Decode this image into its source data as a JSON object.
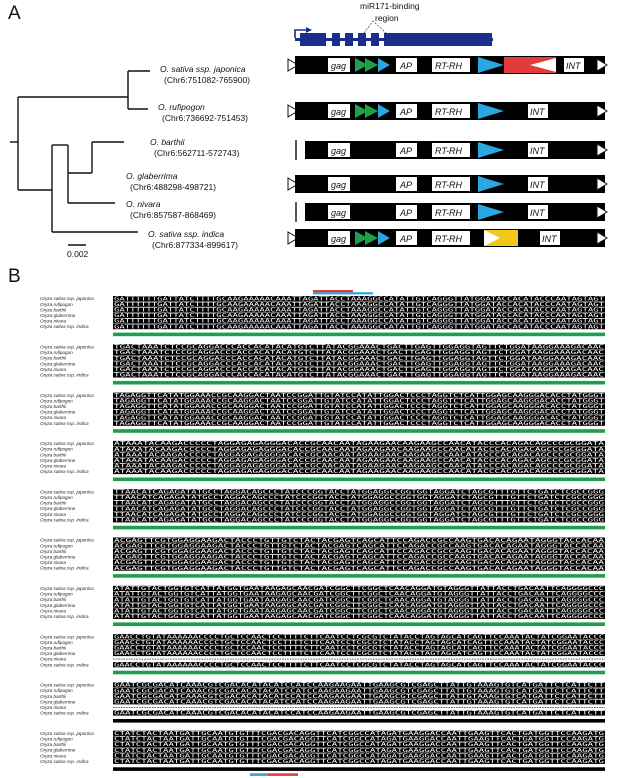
{
  "panel_a": {
    "label": "A",
    "annotation": [
      "miR171-binding",
      "region"
    ],
    "scale_bar": "0.002",
    "species": [
      {
        "name": "O. sativa ssp. japonica",
        "locus": "(Chr6:751082-765900)",
        "insert": "red"
      },
      {
        "name": "O. rufipogon",
        "locus": "(Chr6:736692-751453)",
        "insert": "blue"
      },
      {
        "name": "O. barthii",
        "locus": "(Chr6:562711-572743)",
        "insert": "blue"
      },
      {
        "name": "O. glaberrima",
        "locus": "(Chr6:488298-498721)",
        "insert": "blue"
      },
      {
        "name": "O. nivara",
        "locus": "(Chr6:857587-868469)",
        "insert": "blue"
      },
      {
        "name": "O. sativa ssp. indica",
        "locus": "(Chr6:877334-899617)",
        "insert": "yellow"
      }
    ],
    "gene_labels": {
      "gag": "gag",
      "ap": "AP",
      "rt": "RT-RH",
      "int": "INT"
    },
    "colors": {
      "red": "#e23b3b",
      "blue": "#2aa6e0",
      "yellow": "#f2c81d",
      "green": "#1ea04a",
      "navy": "#1c2e8c"
    }
  },
  "panel_b": {
    "label": "B",
    "species_rows": [
      "Oryza sativa ssp. japonica",
      "Oryza rufipogon",
      "Oryza barthii",
      "Oryza glaberrima",
      "Oryza nivara",
      "Oryza sativa ssp. indica"
    ],
    "blocks": [
      {
        "seq": [
          "GATTTTTTGATTATCTTTTGCAAGAAAAACAAATTAGATTACCTAAAGGCCATATTGTCAGGGTTATGGATACCACATACCCAATAGTAGT",
          "GATTTTTTGATTATCTTTTGCAAGAAAAACAAATTAGATTACCTAAAGGCCATATTGTCAGGGTTATGGATACCACATACCCAATAGTAGT",
          "GATTTTTTGATTATCTTTTGCAAGAAAAACAAATTAGATTACCTAAAGGCCATATTGTCAGGGTTATGGATACCACATACCCAATAGTAGT",
          "GATTTTTTGATTATCTTTTGCAAGAAAAACAAATTAGATTACCTAAAGGCCATATTGTCAGGGTTATGGATACCACATACCCAATAGTAGT",
          "GATTTTTTGATTATCTTTTGCAAGAAAAACAAATTAGATTACCTAAAGGCCATATTGTCAGGGTTATGGATACCACATACCCAATAGTAGT",
          "GATTTTTTGATTATCTTTTGCAAGAAAAACAAATTAGATTACCTAAAGGCCATATTGTCAGGGTTATGGATACCACATACCCAATAGTAGT"
        ],
        "bar": "green",
        "mark": "top"
      },
      {
        "seq": [
          "TGACTAAATCTCCGCAGGACCCACCACATACATGTCTTATACGGAAACTGACTTGAGTTGGAGGTAGTTCTGGATAAGGAAAGACAAC",
          "TGACTAAATCTCCGCAGGACCCACCACATACATGTCTTATACGGAAACTGACTTGAGTTGGAGGTAGTTCTGGATAAGGAAAGACAAC",
          "TGACTAAATCTCCGCAGGACCCACCACATACATGTCTTATACGGAAACTGACTTGAGTTGGAGGTAGTTCTGGATAAGGAAAGACAAC",
          "TGACTAAATCTCCGCAGGACCCACCACATACATGTCTTATACGGAAACTGACTTGAGTTGGAGGTAGTTCTGGATAAGGAAAGACAAC",
          "TGACTAAATCTCCGCAGGACCCACCACATACATGTCTTATACGGAAACTGACTTGAGTTGGAGGTAGTTCTGGATAAGGAAAGACAAC",
          "TGACTAAATCTCCGCAGGACCCACCACATACATGTCTTATACGGAAACTGACTTGAGTTGGAGGTAGTTCTGGATAAGGAAAGACAAC"
        ],
        "bar": "green"
      },
      {
        "seq": [
          "TAGAGGTTCATATGGAAACCGCAAGGACTAATCCGGATTGTATCCATATTGGACTCCCTAGGTCTCATTGGAGCAAGGGACACCTATGGGT",
          "TAGAGGTTCATATGGAAACCGCAAGGACTAATCCGGATTGTATCCATATTGGACTCCCTAGGTCTCATTGGAGCAAGGGACACCTATGGGT",
          "TAGAGGTTCATATGGAAACCGCAAGGACTAATCCGGATTGTATCCATATTGGACTCCCTAGGTCTCATTGGAGCAAGGGACACCTATGGGT",
          "TAGAGGTTCATATGGAAACCGCAAGGACTAATCCGGATTGTATCCATATTGGACTCCCTAGGTCTCATTGGAGCAAGGGACACCTATGGGT",
          "TAGAGGTTCATATGGAAACCGCAAGGACTAATCCGGATTGTATCCATATTGGACTCCCTAGGTCTCATTGGAGCAAGGGACACCTATGGGT",
          "TAGAGGTTCATATGGAAACCGCAAGGACTAATCCGGATTGTATCCATATTGGACTCCCTAGGTCTCATTGGAGCAAGGGACACCTATGGGT"
        ],
        "bar": "green"
      },
      {
        "seq": [
          "ATAAATACAAGACCCCCTAGGAGAGAGGGACACCGCAACAATAGAAGAACAAGAAGCCAACATACCCACAGACAGCCCGCGGATA",
          "ATAAATACAAGACCCCCTAGGAGAGAGGGACACCGCAACAATAGAAGAACAAGAAGCCAACATACCCACAGACAGCCCGCGGATA",
          "ATAAATACAAGACCCCCTAGGAGAGAGGGACACCGCAACAATAGAAGAACAAGAAGCCAACATACCCACAGACAGCCCGCGGATA",
          "ATAAATACAAGACCCCCTAGGAGAGAGGGACACCGCAACAATAGAAGAACAAGAAGCCAACATACCCACAGACAGCCCGCGGATA",
          "ATAAATACAAGACCCCCTAGGAGAGAGGGACACCGCAACAATAGAAGAACAAGAAGCCAACATACCCACAGACAGCCCGCGGATA",
          "ATAAATACAAGACCCCCTAGGAGAGAGGGACACCGCAACAATAGAAGAACAAGAAGCCAACATACCCACAGACAGCCCGCGGATA"
        ],
        "bar": "green"
      },
      {
        "seq": [
          "TTAACATCAGAGATATGCCTAGGACAGCCCTATCCCGGTACCTATGGAGGCCGGTGGTAGGATCTAGCGTTTGTTCTGATCTCGCCGGG",
          "TTAACATCAGAGATATGCCTAGGACAGCCCTATCCCGGTACCTATGGAGGCCGGTGGTAGGATCTAGCGTTTGTTCTGATCTCGCCGGG",
          "TTAACATCAGAGATATGCCTAGGACAGCCCTATCCCGGTACCTATGGAGGCCGGTGGTAGGATCTAGCGTTTGTTCTGATCTCGCCGGG",
          "TTAACATCAGAGATATGCCTAGGACAGCCCTATCCCGGTACCTATGGAGGCCGGTGGTAGGATCTAGCGTTTGTTCTGATCTCGCCGGG",
          "TTAACATCAGAGATATGCCTAGGACAGCCCTATCCCGGTACCTATGGAGGCCGGTGGTAGGATCTAGCGTTTGTTCTGATCTCGCCGGG",
          "TTAACATCAGAGATATGCCTAGGACAGCCCTATCCCGGTACCTATGGAGGCCGGTGGTAGGATCTAGCGTTTGTTCTGATCTCGCCGGG"
        ],
        "bar": "green"
      },
      {
        "seq": [
          "ACGAGTTCGTGGAGGAAGACTACCCTGTTGTCTACTACGAGTCAGCATTCCAGACCGCCAAGTGACACAGAATAGGGTACCACAA",
          "ACGAGTTCGTGGAGGAAGACTACCCTGTTGTCTACTACGAGTCAGCATTCCAGACCGCCAAGTGACACAGAATAGGGTACCACAA",
          "ACGAGTTCGTGGAGGAAGACTACCCTGTTGTCTACTACGAGTCAGCATTCCAGACCGCCAAGTGACACAGAATAGGGTACCACAA",
          "ACGAGTTCGTGGAGGAAGACTACCCTGTTGTCTACTACGAGTCAGCATTCCAGACCGCCAAGTGACACAGAATAGGGTACCACAA",
          "ACGAGTTCGTGGAGGAAGACTACCCTGTTGTCTACTACGAGTCAGCATTCCAGACCGCCAAGTGACACAGAATAGGGTACCACAA",
          "ACGAGTTCGTGGAGGAAGACTACCCTGTTGTCTACTACGAGTCAGCATTCCAGACCGCCAAGTGACACAGAATAGGGTACCACAA"
        ],
        "bar": "green"
      },
      {
        "seq": [
          "ATATTGTACTGGTGTCATTATGGTGAATAAGAGCAACGATCGGCTTCGGCTCAACAGGATGTAGGGTTATTACCTGACAATTCAGGGGCCC",
          "ATATTGTACTGGTGTCATTATGGTGAATAAGAGCAACGATCGGCTTCGGCTCAACAGGATGTAGGGTTATTACCTGACAATTCAGGGGCCC",
          "ATATTGTACTGGTGTCATTATGGTGAATAAGAGCAACGATCGGCTTCGGCTCAACAGGATGTAGGGTTATTACCTGACAATTCAGGGGCCC",
          "ATATTGTACTGGTGTCATTATGGTGAATAAGAGCAACGATCGGCTTCGGCTCAACAGGATGTAGGGTTATTACCTGACAATTCAGGGGCCC",
          "ATATTGTACTGGTGTCATTATGGTGAATAAGAGCAACGATCGGCTTCGGCTCAACAGGATGTAGGGTTATTACCTGACAATTCAGGGGCCC",
          "ATATTGTACTGGTGTCATTATGGTGAATAAGAGCAACGATCGGCTTCGGCTCAACAGGATGTAGGGTTATTACCTGACAATTCAGGGGCCC"
        ],
        "bar": "green"
      },
      {
        "seq": [
          "GAACCTGTATAAAAAACCCCTGCTCCAACTCCTTTTCTTCAATCCTCGCGTCTATACCTAGTAGCATCAGTTCCAAATACTATCGGAATACCC",
          "GAACCTGTATAAAAAACCCCTGCTCCAACTCCTTTTCTTCAATCCTCGCGTCTATACCTAGTAGCATCAGTTCCAAATACTATCGGAATACCC",
          "GAACCTGTATAAAAAACCCCTGCTCCAACTCCTTTTCTTCAATCCTCGCGTCTATACCTAGTAGCATCAGTTCCAAATACTATCGGAATACCC",
          "GAACCTGTATAAAAAACCCCTGCTCCAACTCCTTTTCTTCAATCCTCGCGTCTATACCTAGTAGCATCAGTTCCAAATACTATCGGAATACCC",
          "",
          "GAACCTGTATAAAAAACCCCTGCTCCAACTCCTTTTCTTCAATCCTCGCGTCTATACCTAGTAGCATCAGTTCCAAATACTATCGGAATACCC"
        ],
        "bar": "green"
      },
      {
        "seq": [
          "GAATCGCGACATCAAACGTCGACACATACATCCATCCAAGAAGAATTGAAGCGTCGAGCTTATTGTAAAGTGTCATGATTCTCATTCTT",
          "GAATCGCGACATCAAACGTCGACACATACATCCATCCAAGAAGAATTGAAGCGTCGAGCTTATTGTAAAGTGTCATGATTCTCATTCTT",
          "GAATCGCGACATCAAACGTCGACACATACATCCATCCAAGAAGAATTGAAGCGTCGAGCTTATTGTAAAGTGTCATGATTCTCATTCTT",
          "GAATCGCGACATCAAACGTCGACACATACATCCATCCAAGAAGAATTGAAGCGTCGAGCTTATTGTAAAGTGTCATGATTCTCATTCTT",
          "",
          "GAATCGCGACATCAAACGTCGACACATACATCCATCCAAGAAGAATTGAAGCGTCGAGCTTATTGTAAAGTGTCATGATTCTCATTCTT"
        ],
        "bar": "black"
      },
      {
        "seq": [
          "CTATCTACTAATGATTGCAATGTGTTTCGACGACAGGTTCATCGGCCATAGATGAAGGACCAATTGAAGTTCACTGATGGTTCCAAGATG",
          "CTATCTACTAATGATTGCAATGTGTTTCGACGACAGGTTCATCGGCCATAGATGAAGGACCAATTGAAGTTCACTGATGGTTCCAAGATG",
          "CTATCTACTAATGATTGCAATGTGTTTCGACGACAGGTTCATCGGCCATAGATGAAGGACCAATTGAAGTTCACTGATGGTTCCAAGATG",
          "CTATCTACTAATGATTGCAATGTGTTTCGACGACAGGTTCATCGGCCATAGATGAAGGACCAATTGAAGTTCACTGATGGTTCCAAGATG",
          "CTATCTACTAATGATTGCAATGTGTTTCGACGACAGGTTCATCGGCCATAGATGAAGGACCAATTGAAGTTCACTGATGGTTCCAAGATG",
          "CTATCTACTAATGATTGCAATGTGTTTCGACGACAGGTTCATCGGCCATAGATGAAGGACCAATTGAAGTTCACTGATGGTTCCAAGATG"
        ],
        "bar": "black",
        "mark": "bottom"
      }
    ]
  }
}
